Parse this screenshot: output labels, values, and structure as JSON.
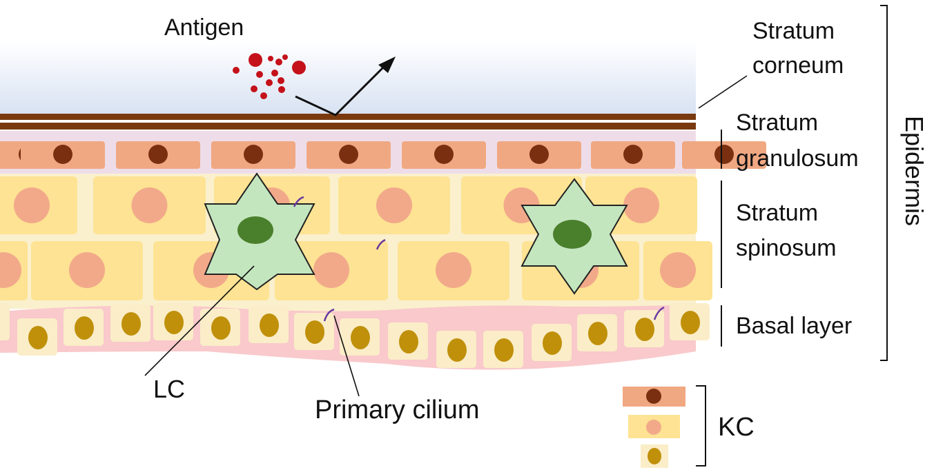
{
  "labels": {
    "antigen": "Antigen",
    "stratum_corneum": [
      "Stratum",
      "corneum"
    ],
    "stratum_granulosum": [
      "Stratum",
      "granulosum"
    ],
    "stratum_spinosum": [
      "Stratum",
      "spinosum"
    ],
    "basal_layer": "Basal layer",
    "epidermis": "Epidermis",
    "lc": "LC",
    "primary_cilium": "Primary cilium",
    "kc": "KC"
  },
  "colors": {
    "corneum_line": "#7a3a10",
    "granular_cell": "#f0a882",
    "granular_nucleus": "#7a3010",
    "granular_bg": "#eedde8",
    "spinous_cell": "#fde393",
    "spinous_nucleus": "#f2a98a",
    "spinous_bg": "#faf0cd",
    "basal_cell": "#faedc8",
    "basal_nucleus": "#c0900a",
    "basal_bg": "#f9c9cb",
    "lc_body": "#c4e6bf",
    "lc_nucleus": "#4a7f2c",
    "antigen": "#c4111a",
    "cilium": "#6a3aa0"
  }
}
